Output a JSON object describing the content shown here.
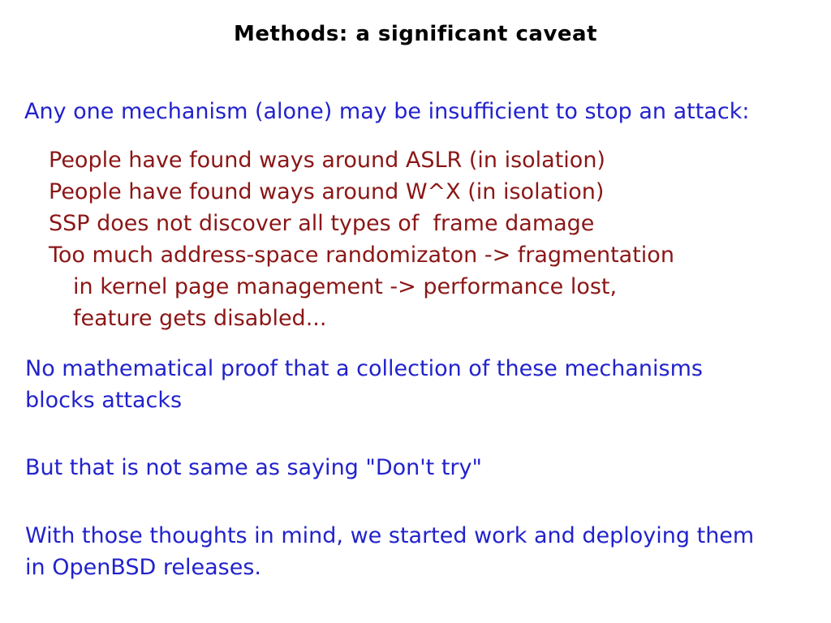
{
  "slide": {
    "title": "Methods: a significant caveat",
    "intro": "Any one mechanism (alone) may be insufficient to stop an attack:",
    "caveats": [
      {
        "text": "People have found ways around ASLR (in isolation)",
        "indent": 0
      },
      {
        "text": "People have found ways around W^X (in isolation)",
        "indent": 0
      },
      {
        "text": "SSP does not discover all types of  frame damage",
        "indent": 0
      },
      {
        "text": "Too much address-space randomizaton -> fragmentation",
        "indent": 0
      },
      {
        "text": "in kernel page management -> performance lost,",
        "indent": 1
      },
      {
        "text": "feature gets disabled...",
        "indent": 1
      }
    ],
    "paragraphs": [
      {
        "lines": [
          "No mathematical proof that a collection of these mechanisms",
          "blocks attacks"
        ]
      },
      {
        "lines": [
          "But that is not same as saying \"Don't try\""
        ]
      },
      {
        "lines": [
          "With those thoughts in mind, we started work and deploying them",
          "in OpenBSD releases."
        ]
      }
    ],
    "colors": {
      "background": "#ffffff",
      "title_text": "#000000",
      "body_text": "#2222cc",
      "caveat_text": "#8b1616"
    }
  }
}
